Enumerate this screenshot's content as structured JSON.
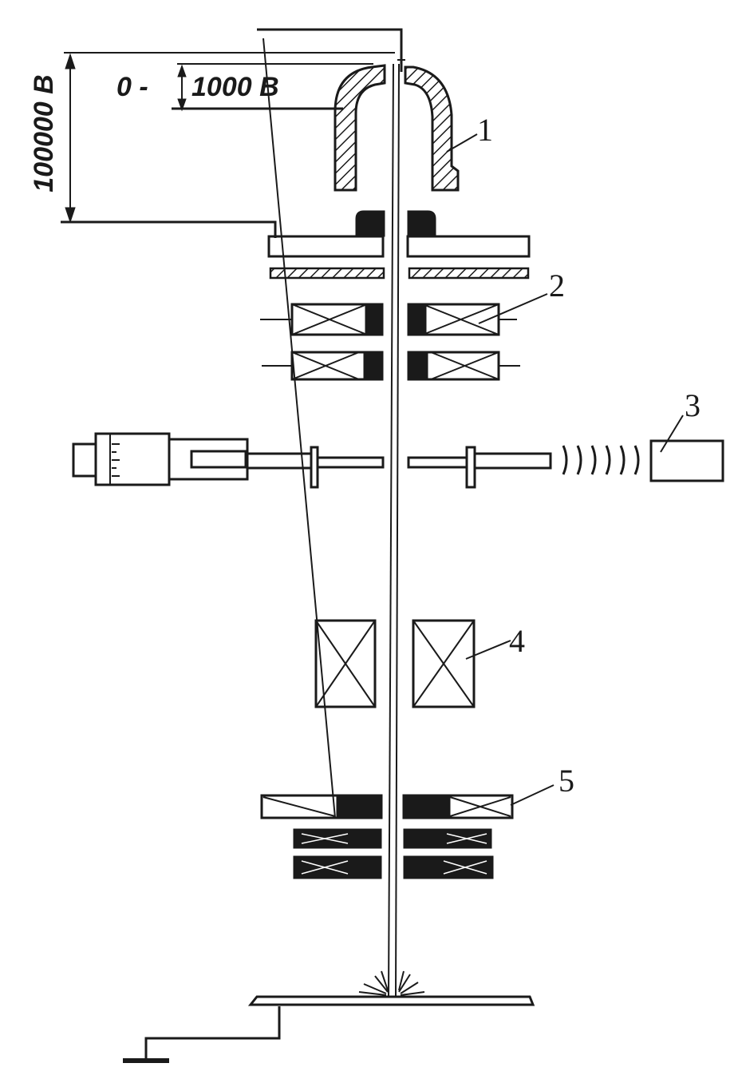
{
  "voltages": {
    "high": "100000 B",
    "control_prefix": "0 -",
    "control": "1000 B"
  },
  "callouts": [
    "1",
    "2",
    "3",
    "4",
    "5"
  ]
}
